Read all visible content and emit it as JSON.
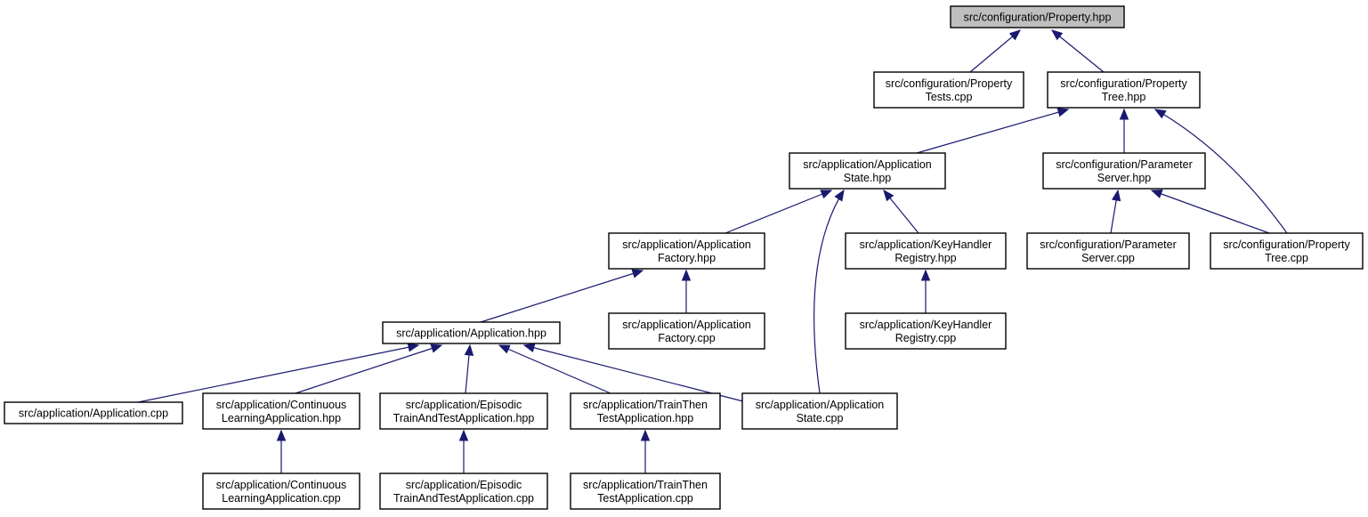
{
  "nodes": {
    "property_hpp": {
      "lines": [
        "src/configuration/Property.hpp"
      ]
    },
    "property_tests_cpp": {
      "lines": [
        "src/configuration/Property",
        "Tests.cpp"
      ]
    },
    "property_tree_hpp": {
      "lines": [
        "src/configuration/Property",
        "Tree.hpp"
      ]
    },
    "application_state_hpp": {
      "lines": [
        "src/application/Application",
        "State.hpp"
      ]
    },
    "parameter_server_hpp": {
      "lines": [
        "src/configuration/Parameter",
        "Server.hpp"
      ]
    },
    "application_factory_hpp": {
      "lines": [
        "src/application/Application",
        "Factory.hpp"
      ]
    },
    "keyhandler_registry_hpp": {
      "lines": [
        "src/application/KeyHandler",
        "Registry.hpp"
      ]
    },
    "parameter_server_cpp": {
      "lines": [
        "src/configuration/Parameter",
        "Server.cpp"
      ]
    },
    "property_tree_cpp": {
      "lines": [
        "src/configuration/Property",
        "Tree.cpp"
      ]
    },
    "application_hpp": {
      "lines": [
        "src/application/Application.hpp"
      ]
    },
    "application_factory_cpp": {
      "lines": [
        "src/application/Application",
        "Factory.cpp"
      ]
    },
    "keyhandler_registry_cpp": {
      "lines": [
        "src/application/KeyHandler",
        "Registry.cpp"
      ]
    },
    "application_cpp": {
      "lines": [
        "src/application/Application.cpp"
      ]
    },
    "continuous_hpp": {
      "lines": [
        "src/application/Continuous",
        "LearningApplication.hpp"
      ]
    },
    "episodic_hpp": {
      "lines": [
        "src/application/Episodic",
        "TrainAndTestApplication.hpp"
      ]
    },
    "trainthen_hpp": {
      "lines": [
        "src/application/TrainThen",
        "TestApplication.hpp"
      ]
    },
    "application_state_cpp": {
      "lines": [
        "src/application/Application",
        "State.cpp"
      ]
    },
    "continuous_cpp": {
      "lines": [
        "src/application/Continuous",
        "LearningApplication.cpp"
      ]
    },
    "episodic_cpp": {
      "lines": [
        "src/application/Episodic",
        "TrainAndTestApplication.cpp"
      ]
    },
    "trainthen_cpp": {
      "lines": [
        "src/application/TrainThen",
        "TestApplication.cpp"
      ]
    }
  },
  "edges": [
    {
      "from": "property_tests_cpp",
      "to": "property_hpp"
    },
    {
      "from": "property_tree_hpp",
      "to": "property_hpp"
    },
    {
      "from": "application_state_hpp",
      "to": "property_tree_hpp"
    },
    {
      "from": "parameter_server_hpp",
      "to": "property_tree_hpp"
    },
    {
      "from": "property_tree_cpp",
      "to": "property_tree_hpp"
    },
    {
      "from": "application_factory_hpp",
      "to": "application_state_hpp"
    },
    {
      "from": "keyhandler_registry_hpp",
      "to": "application_state_hpp"
    },
    {
      "from": "application_state_cpp",
      "to": "application_state_hpp"
    },
    {
      "from": "parameter_server_cpp",
      "to": "parameter_server_hpp"
    },
    {
      "from": "property_tree_cpp",
      "to": "parameter_server_hpp"
    },
    {
      "from": "application_hpp",
      "to": "application_factory_hpp"
    },
    {
      "from": "application_factory_cpp",
      "to": "application_factory_hpp"
    },
    {
      "from": "keyhandler_registry_cpp",
      "to": "keyhandler_registry_hpp"
    },
    {
      "from": "application_cpp",
      "to": "application_hpp"
    },
    {
      "from": "continuous_hpp",
      "to": "application_hpp"
    },
    {
      "from": "episodic_hpp",
      "to": "application_hpp"
    },
    {
      "from": "trainthen_hpp",
      "to": "application_hpp"
    },
    {
      "from": "application_state_cpp",
      "to": "application_hpp"
    },
    {
      "from": "continuous_cpp",
      "to": "continuous_hpp"
    },
    {
      "from": "episodic_cpp",
      "to": "episodic_hpp"
    },
    {
      "from": "trainthen_cpp",
      "to": "trainthen_hpp"
    }
  ],
  "colors": {
    "edge": "#191970",
    "root_fill": "#bfbfbf",
    "node_fill": "#ffffff"
  }
}
